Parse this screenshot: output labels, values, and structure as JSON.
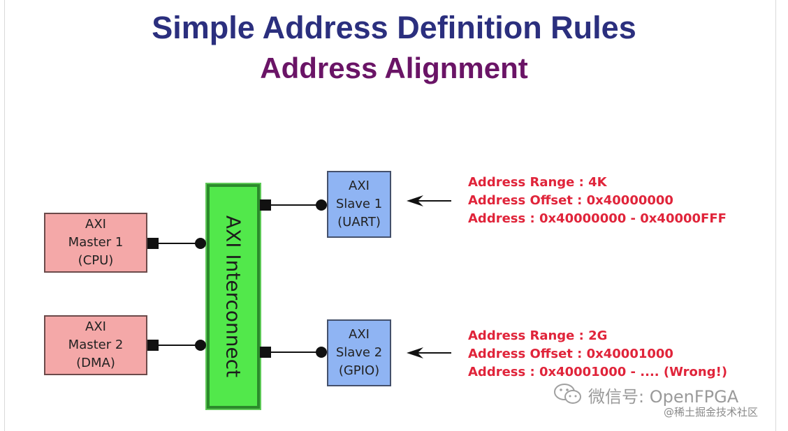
{
  "title": "Simple Address Definition Rules",
  "subtitle": "Address Alignment",
  "interconnect": {
    "label": "AXI Interconnect"
  },
  "masters": [
    {
      "lines": [
        "AXI",
        "Master 1",
        "(CPU)"
      ]
    },
    {
      "lines": [
        "AXI",
        "Master 2",
        "(DMA)"
      ]
    }
  ],
  "slaves": [
    {
      "lines": [
        "AXI",
        "Slave 1",
        "(UART)"
      ]
    },
    {
      "lines": [
        "AXI",
        "Slave 2",
        "(GPIO)"
      ]
    }
  ],
  "annotations": [
    {
      "range": "Address Range : 4K",
      "offset": "Address Offset : 0x40000000",
      "address": "Address : 0x40000000 - 0x40000FFF"
    },
    {
      "range": "Address Range : 2G",
      "offset": "Address Offset : 0x40001000",
      "address": "Address : 0x40001000 - .... (Wrong!)"
    }
  ],
  "watermarks": {
    "wechat": "微信号: OpenFPGA",
    "community": "@稀土掘金技术社区"
  },
  "colors": {
    "title": "#2b2f7e",
    "subtitle": "#6a1466",
    "master_fill": "#f4a8a8",
    "slave_fill": "#8fb4f3",
    "interconnect_fill": "#52e84b",
    "annotation_text": "#e0243a"
  }
}
